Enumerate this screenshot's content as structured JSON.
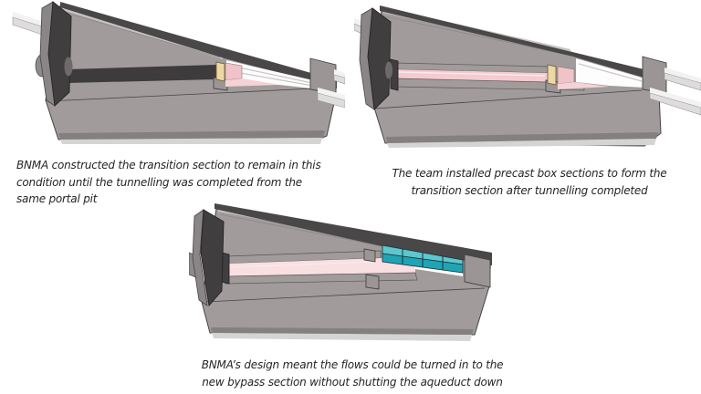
{
  "figures": [
    {
      "id": "transition-initial",
      "caption_lines": [
        "BNMA constructed the transition section to remain in this",
        "condition until the tunnelling was completed from the",
        "same portal pit"
      ]
    },
    {
      "id": "precast-installed",
      "caption_lines": [
        "The team installed precast box sections to form the",
        "transition section after tunnelling completed"
      ]
    },
    {
      "id": "flows-turned-in",
      "caption_lines": [
        "BNMA’s design meant the flows could be turned in to the",
        "new bypass section without shutting the aqueduct down"
      ]
    }
  ],
  "colors": {
    "background": "#ffffff",
    "body_gray": "#a19b9b",
    "roof_band_dark": "#4a4748",
    "portal_wall_dark": "#413e3f",
    "wall_bevel_gray": "#8a8586",
    "empty_channel_dark": "#3e3b3c",
    "pipe_light": "#dedcdc",
    "precast_pink": "#f3cbd0",
    "pale_pink_channel": "#f8dfe1",
    "bulkhead_yellow": "#ecd7a5",
    "bypass_teal_top": "#5ec6cf",
    "bypass_teal_front": "#1fa4b4",
    "caption_text": "#272324"
  }
}
